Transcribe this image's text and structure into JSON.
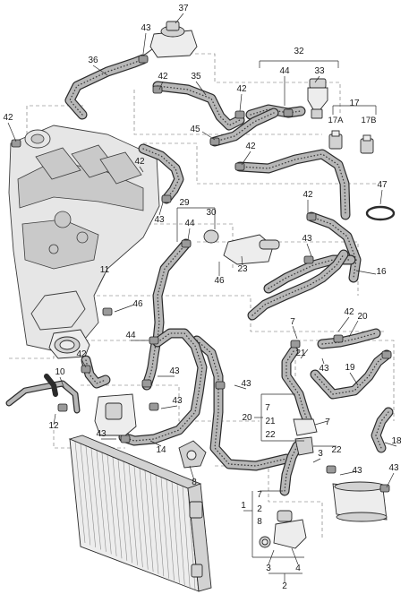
{
  "diagram": {
    "callouts": {
      "c37": "37",
      "c43_top": "43",
      "c36": "36",
      "c35": "35",
      "c32": "32",
      "c44_top": "44",
      "c33": "33",
      "c42_left": "42",
      "c42_a": "42",
      "c42_b": "42",
      "c17": "17",
      "c17a": "17A",
      "c17b": "17B",
      "c45": "45",
      "c42_c": "42",
      "c42_d": "42",
      "c43_b": "43",
      "c29": "29",
      "c30": "30",
      "c44_mid": "44",
      "c42_e": "42",
      "c47": "47",
      "c43_c": "43",
      "c16": "16",
      "c23": "23",
      "c46_a": "46",
      "c11": "11",
      "c46_b": "46",
      "c42_f": "42",
      "c20": "20",
      "c7_a": "7",
      "c21_a": "21",
      "c43_d": "43",
      "c44_low": "44",
      "c42_g": "42",
      "c19": "19",
      "c10": "10",
      "c43_e": "43",
      "c43_f": "43",
      "c43_g": "43",
      "c12": "12",
      "c20_b": "20",
      "c7_b": "7",
      "c21_b": "21",
      "c22_a": "22",
      "c7_c": "7",
      "c43_h": "43",
      "c14": "14",
      "c22_b": "22",
      "c3_a": "3",
      "c18": "18",
      "c43_i": "43",
      "c43_j": "43",
      "c8": "8",
      "c7_d": "7",
      "c1": "1",
      "c2_a": "2",
      "c8_b": "8",
      "c3_b": "3",
      "c4": "4",
      "c2_b": "2"
    }
  }
}
